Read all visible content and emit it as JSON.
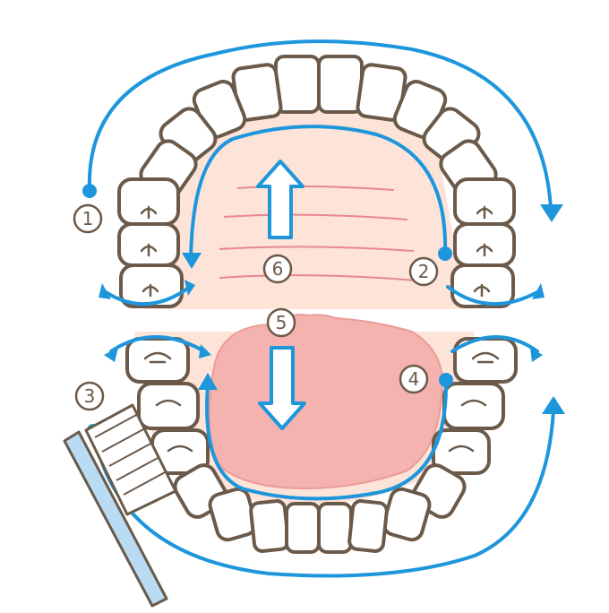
{
  "labels": {
    "step_1": "1",
    "step_2": "2",
    "step_3": "3",
    "step_4": "4",
    "step_5": "5",
    "step_6": "6"
  },
  "colors": {
    "flow": "#1e96dc",
    "palate": "#fde3d8",
    "tongue": "#f4b3ae",
    "tongue_edge": "#ea9c97",
    "tooth_outline": "#6b5a4a",
    "brush_handle": "#b9dcf4"
  },
  "icons": {
    "toothbrush": "toothbrush-icon"
  }
}
